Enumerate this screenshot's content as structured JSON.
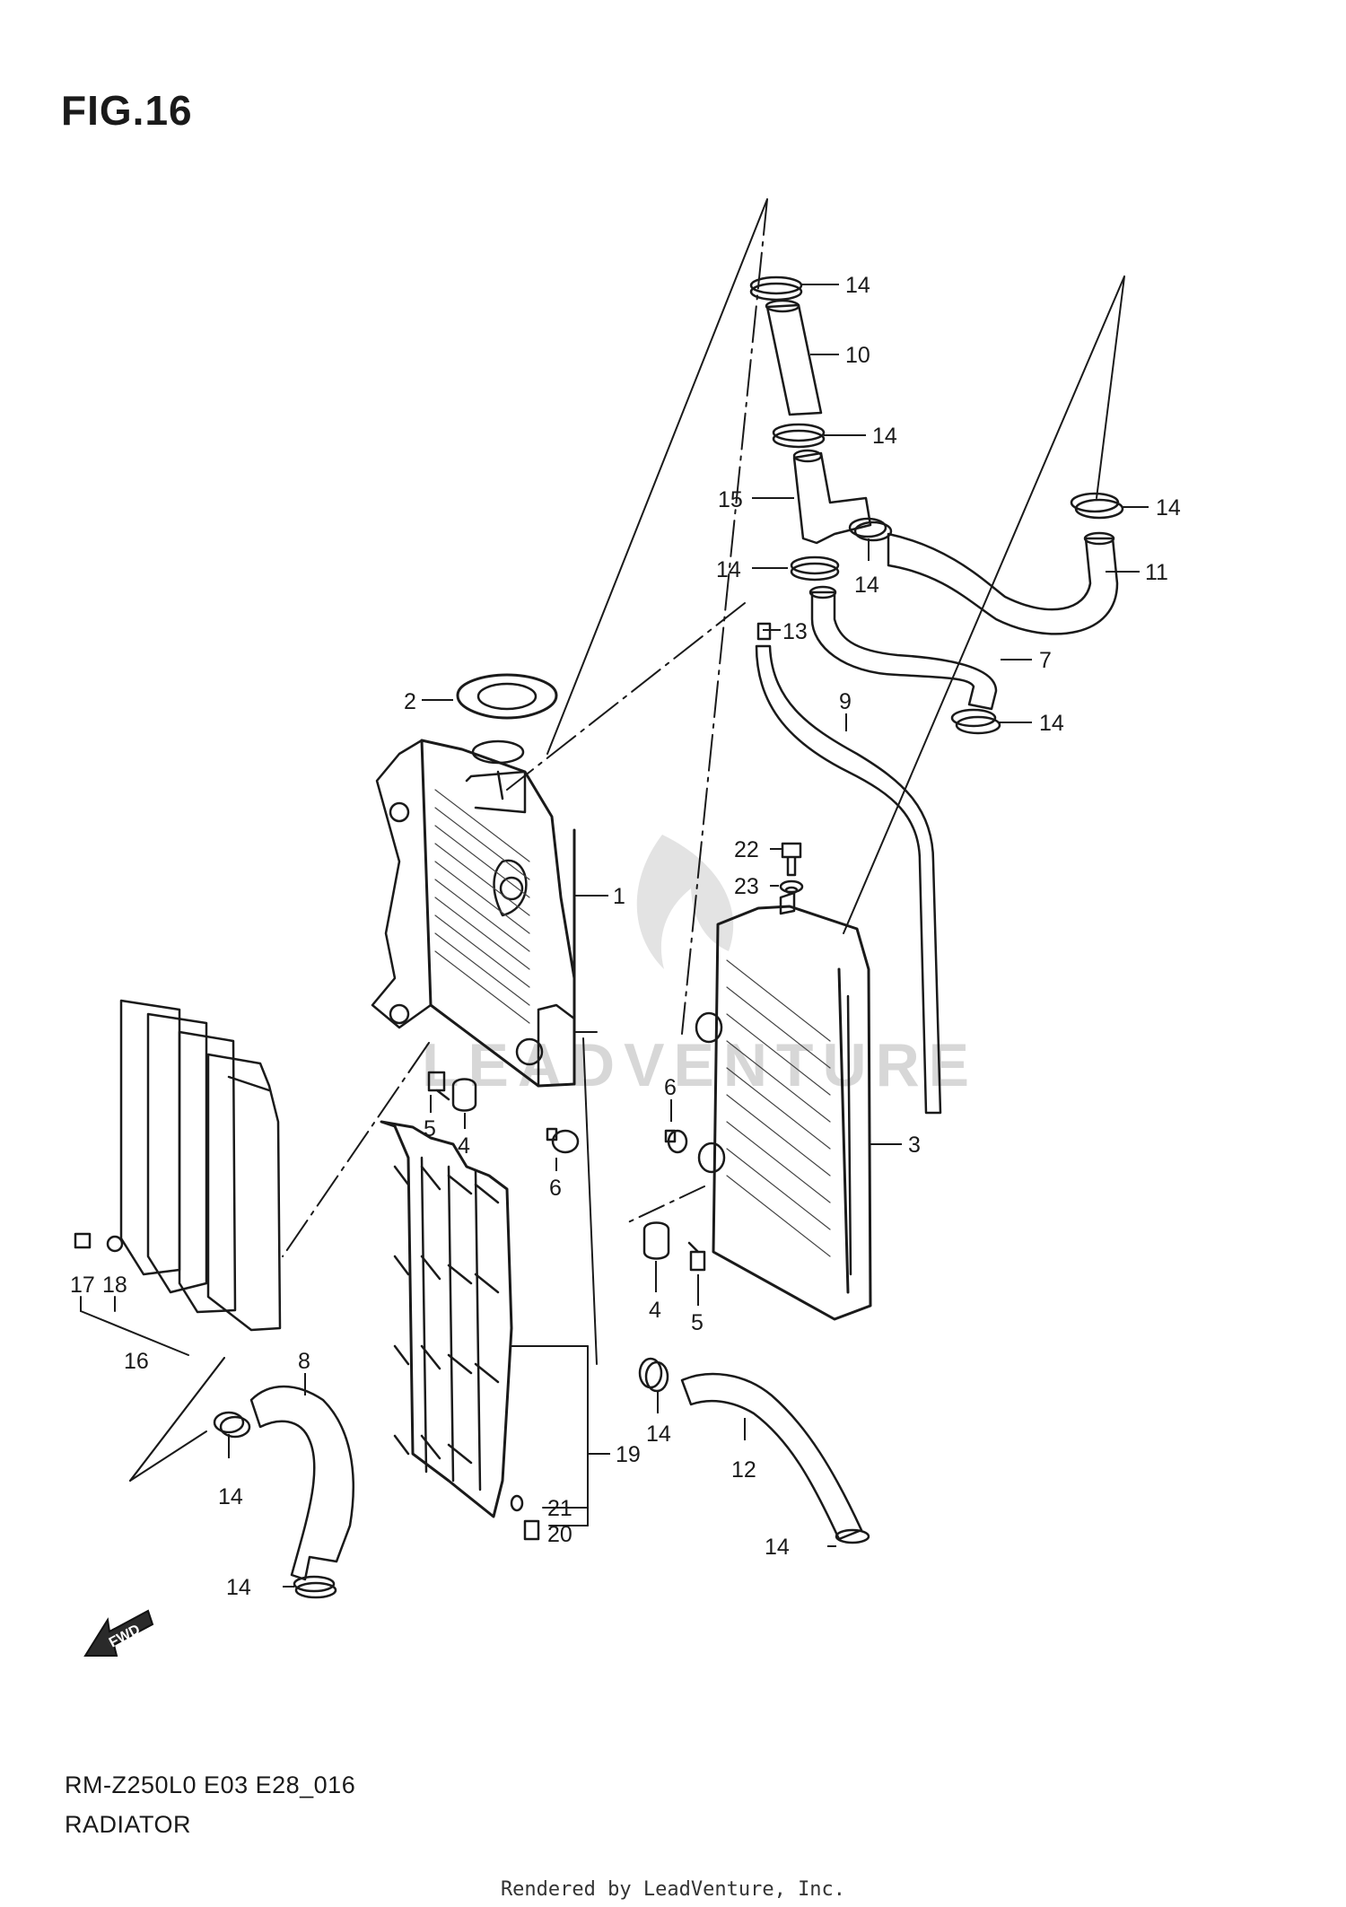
{
  "figure": {
    "title": "FIG.16"
  },
  "footer": {
    "code": "RM-Z250L0 E03 E28_016",
    "section": "RADIATOR",
    "credit": "Rendered by LeadVenture, Inc."
  },
  "watermark": {
    "text": "LEADVENTURE"
  },
  "fwd_label": "FWD",
  "callouts": [
    {
      "id": "c-14a",
      "text": "14"
    },
    {
      "id": "c-10",
      "text": "10"
    },
    {
      "id": "c-14b",
      "text": "14"
    },
    {
      "id": "c-15",
      "text": "15"
    },
    {
      "id": "c-14c",
      "text": "14"
    },
    {
      "id": "c-14d",
      "text": "14"
    },
    {
      "id": "c-14e",
      "text": "14"
    },
    {
      "id": "c-11",
      "text": "11"
    },
    {
      "id": "c-13",
      "text": "13"
    },
    {
      "id": "c-7",
      "text": "7"
    },
    {
      "id": "c-9",
      "text": "9"
    },
    {
      "id": "c-14f",
      "text": "14"
    },
    {
      "id": "c-2",
      "text": "2"
    },
    {
      "id": "c-1",
      "text": "1"
    },
    {
      "id": "c-22",
      "text": "22"
    },
    {
      "id": "c-23",
      "text": "23"
    },
    {
      "id": "c-3",
      "text": "3"
    },
    {
      "id": "c-6a",
      "text": "6"
    },
    {
      "id": "c-5a",
      "text": "5"
    },
    {
      "id": "c-4a",
      "text": "4"
    },
    {
      "id": "c-6b",
      "text": "6"
    },
    {
      "id": "c-4b",
      "text": "4"
    },
    {
      "id": "c-5b",
      "text": "5"
    },
    {
      "id": "c-17",
      "text": "17"
    },
    {
      "id": "c-18",
      "text": "18"
    },
    {
      "id": "c-16",
      "text": "16"
    },
    {
      "id": "c-8",
      "text": "8"
    },
    {
      "id": "c-19",
      "text": "19"
    },
    {
      "id": "c-21",
      "text": "21"
    },
    {
      "id": "c-20",
      "text": "20"
    },
    {
      "id": "c-14g",
      "text": "14"
    },
    {
      "id": "c-12",
      "text": "12"
    },
    {
      "id": "c-14h",
      "text": "14"
    },
    {
      "id": "c-14i",
      "text": "14"
    },
    {
      "id": "c-14j",
      "text": "14"
    }
  ]
}
